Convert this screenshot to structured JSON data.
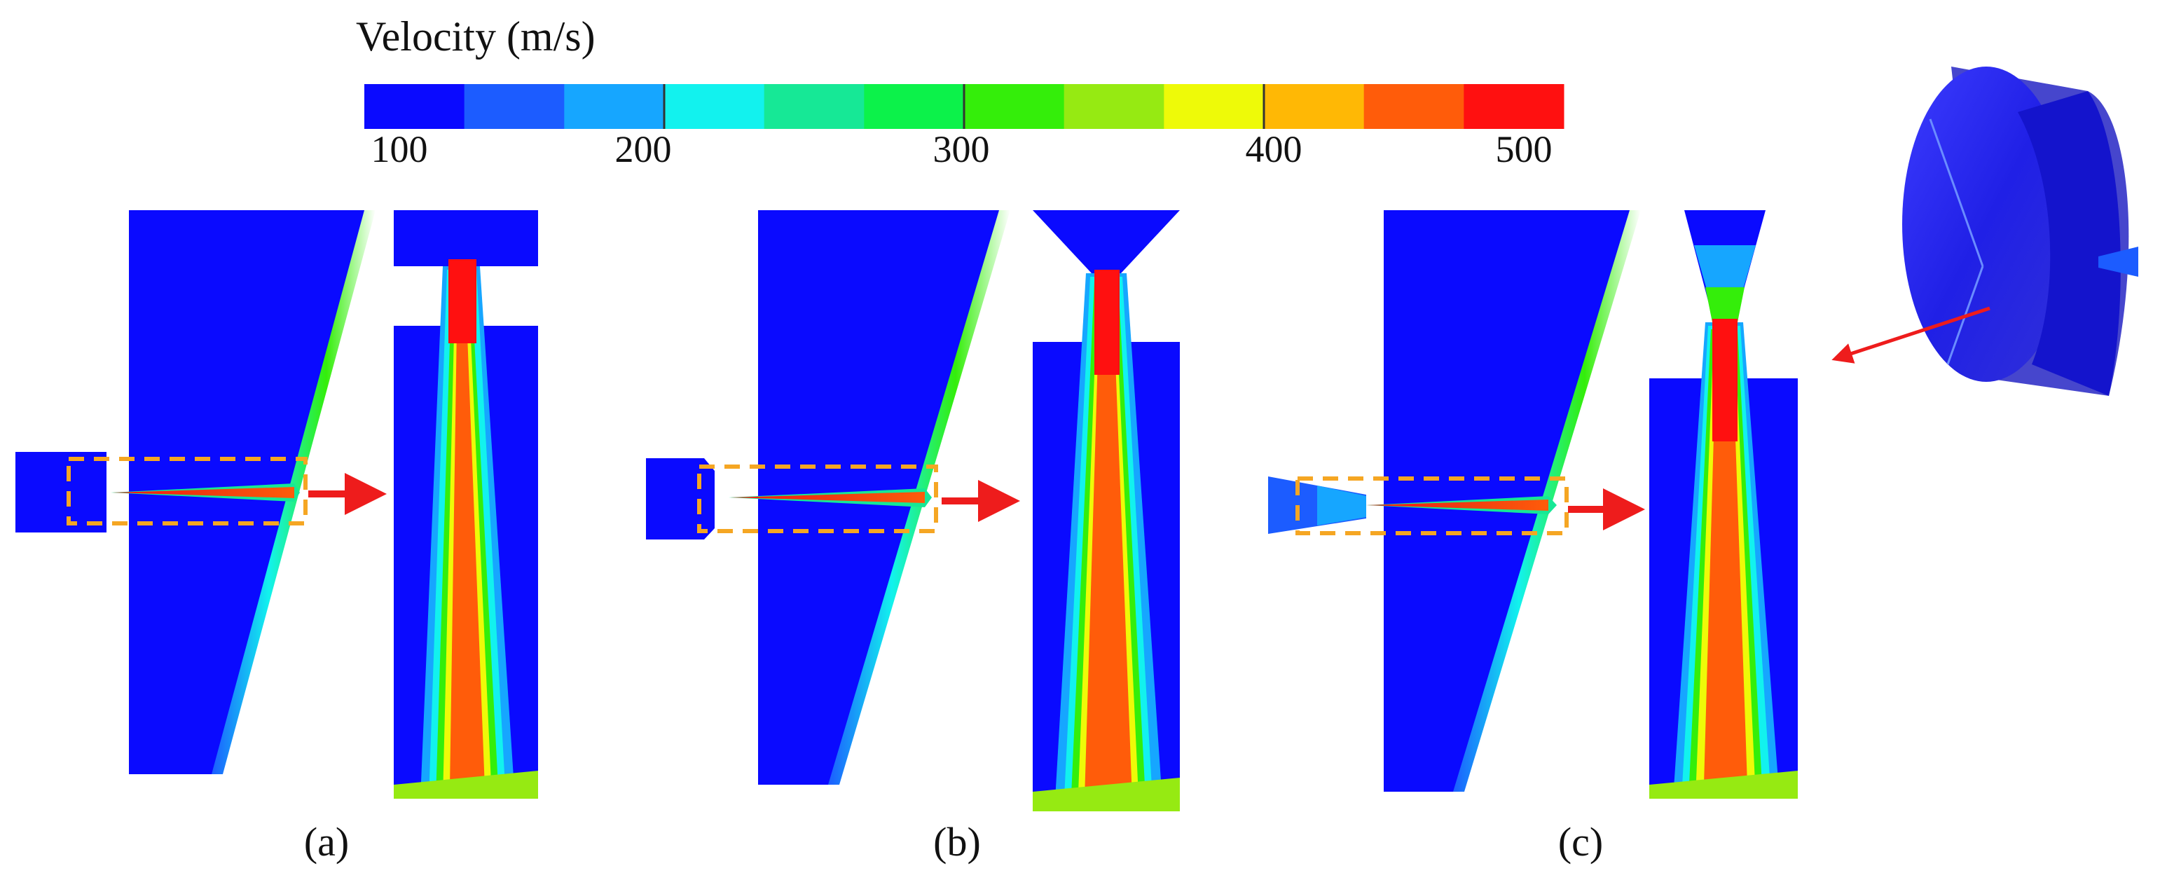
{
  "colorbar": {
    "title": "Velocity (m/s)",
    "ticks": [
      "100",
      "200",
      "300",
      "400",
      "500"
    ],
    "colors": [
      "#0a0aff",
      "#1c5cff",
      "#16a6ff",
      "#12f2ee",
      "#16e896",
      "#0cf24a",
      "#34ee0a",
      "#96ea12",
      "#eefa08",
      "#ffb805",
      "#ff5c0a",
      "#ff1010"
    ]
  },
  "panels": [
    {
      "label": "(a)",
      "nozzle": "straight inlet"
    },
    {
      "label": "(b)",
      "nozzle": "chamfered inlet"
    },
    {
      "label": "(c)",
      "nozzle": "conical inlet"
    }
  ],
  "colors": {
    "background_zone": "#0a0aff",
    "jet_core": "#ee2a12",
    "highlight_box": "#f5a623",
    "arrow": "#ee1c1c",
    "disk": "#2a2ae8"
  }
}
